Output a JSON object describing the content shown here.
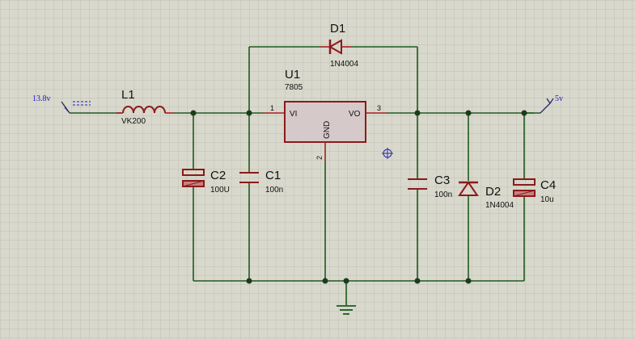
{
  "schematic": {
    "terminals": {
      "input": "13.8v",
      "output": "5v"
    },
    "inductor": {
      "ref": "L1",
      "value": "VK200"
    },
    "regulator": {
      "ref": "U1",
      "value": "7805",
      "pin_in": "VI",
      "pin_out": "VO",
      "pin_gnd": "GND",
      "pin1": "1",
      "pin2": "2",
      "pin3": "3"
    },
    "diode_bypass": {
      "ref": "D1",
      "value": "1N4004"
    },
    "cap_c2": {
      "ref": "C2",
      "value": "100U"
    },
    "cap_c1": {
      "ref": "C1",
      "value": "100n"
    },
    "cap_c3": {
      "ref": "C3",
      "value": "100n"
    },
    "diode_out": {
      "ref": "D2",
      "value": "1N4004"
    },
    "cap_c4": {
      "ref": "C4",
      "value": "10u"
    }
  },
  "colors": {
    "background": "#d8d8cc",
    "grid": "#b9b9ae",
    "wire": "#1e5a1e",
    "component": "#8b1a1a",
    "chip_fill": "#d6c9c9",
    "label_blue": "#1a1acc"
  }
}
